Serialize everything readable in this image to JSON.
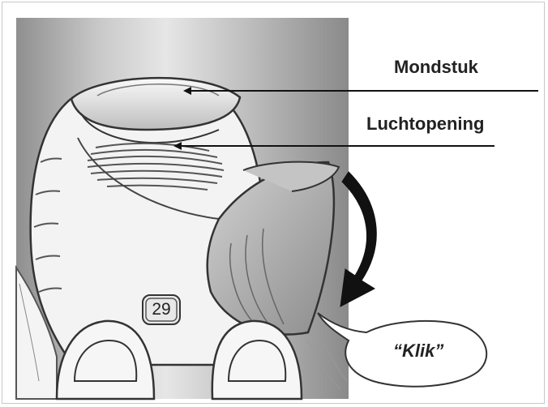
{
  "labels": {
    "mouthpiece": "Mondstuk",
    "air_vent": "Luchtopening",
    "click": "“Klik”"
  },
  "counter": "29",
  "colors": {
    "background_gradient_dark": "#9a9a9a",
    "background_gradient_light": "#e8e8e8",
    "inhaler_body": "#f2f2f2",
    "cover": "#b0b0b0",
    "outline": "#333333",
    "arrow": "#111111"
  }
}
